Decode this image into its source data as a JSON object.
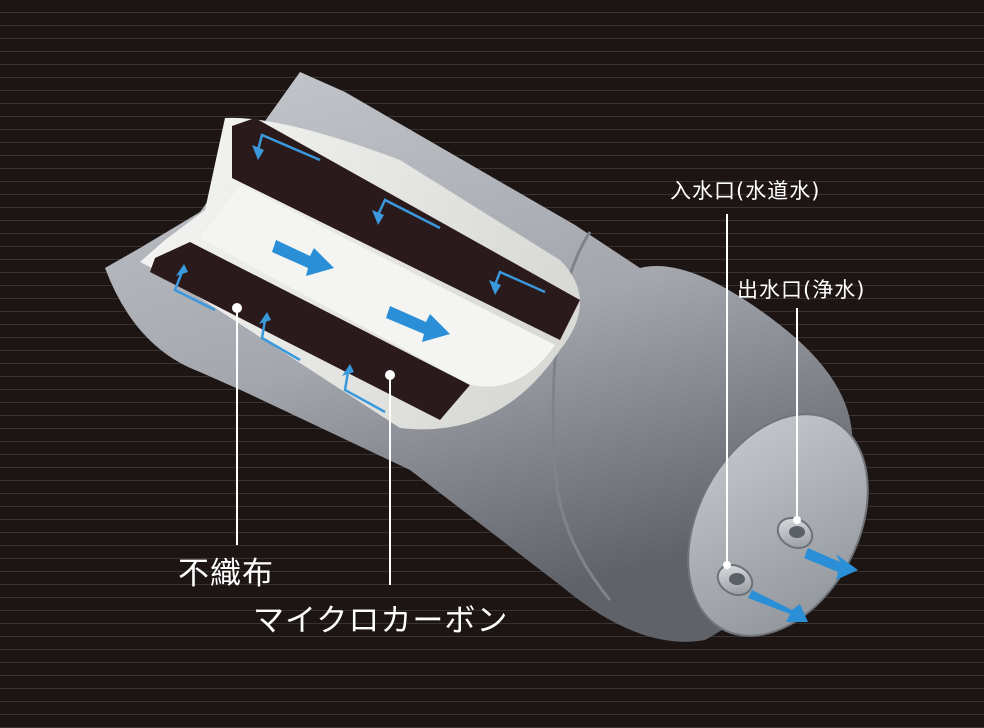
{
  "labels": {
    "nonwoven": "不織布",
    "micro_carbon": "マイクロカーボン",
    "inlet": "入水口(水道水)",
    "outlet": "出水口(浄水)"
  },
  "colors": {
    "background": "#1e1716",
    "stripe": "#3a3230",
    "housing": "#a9adb3",
    "filter_core": "#2a1a1c",
    "arrow": "#2a8fd6",
    "leader_line": "#ffffff"
  }
}
